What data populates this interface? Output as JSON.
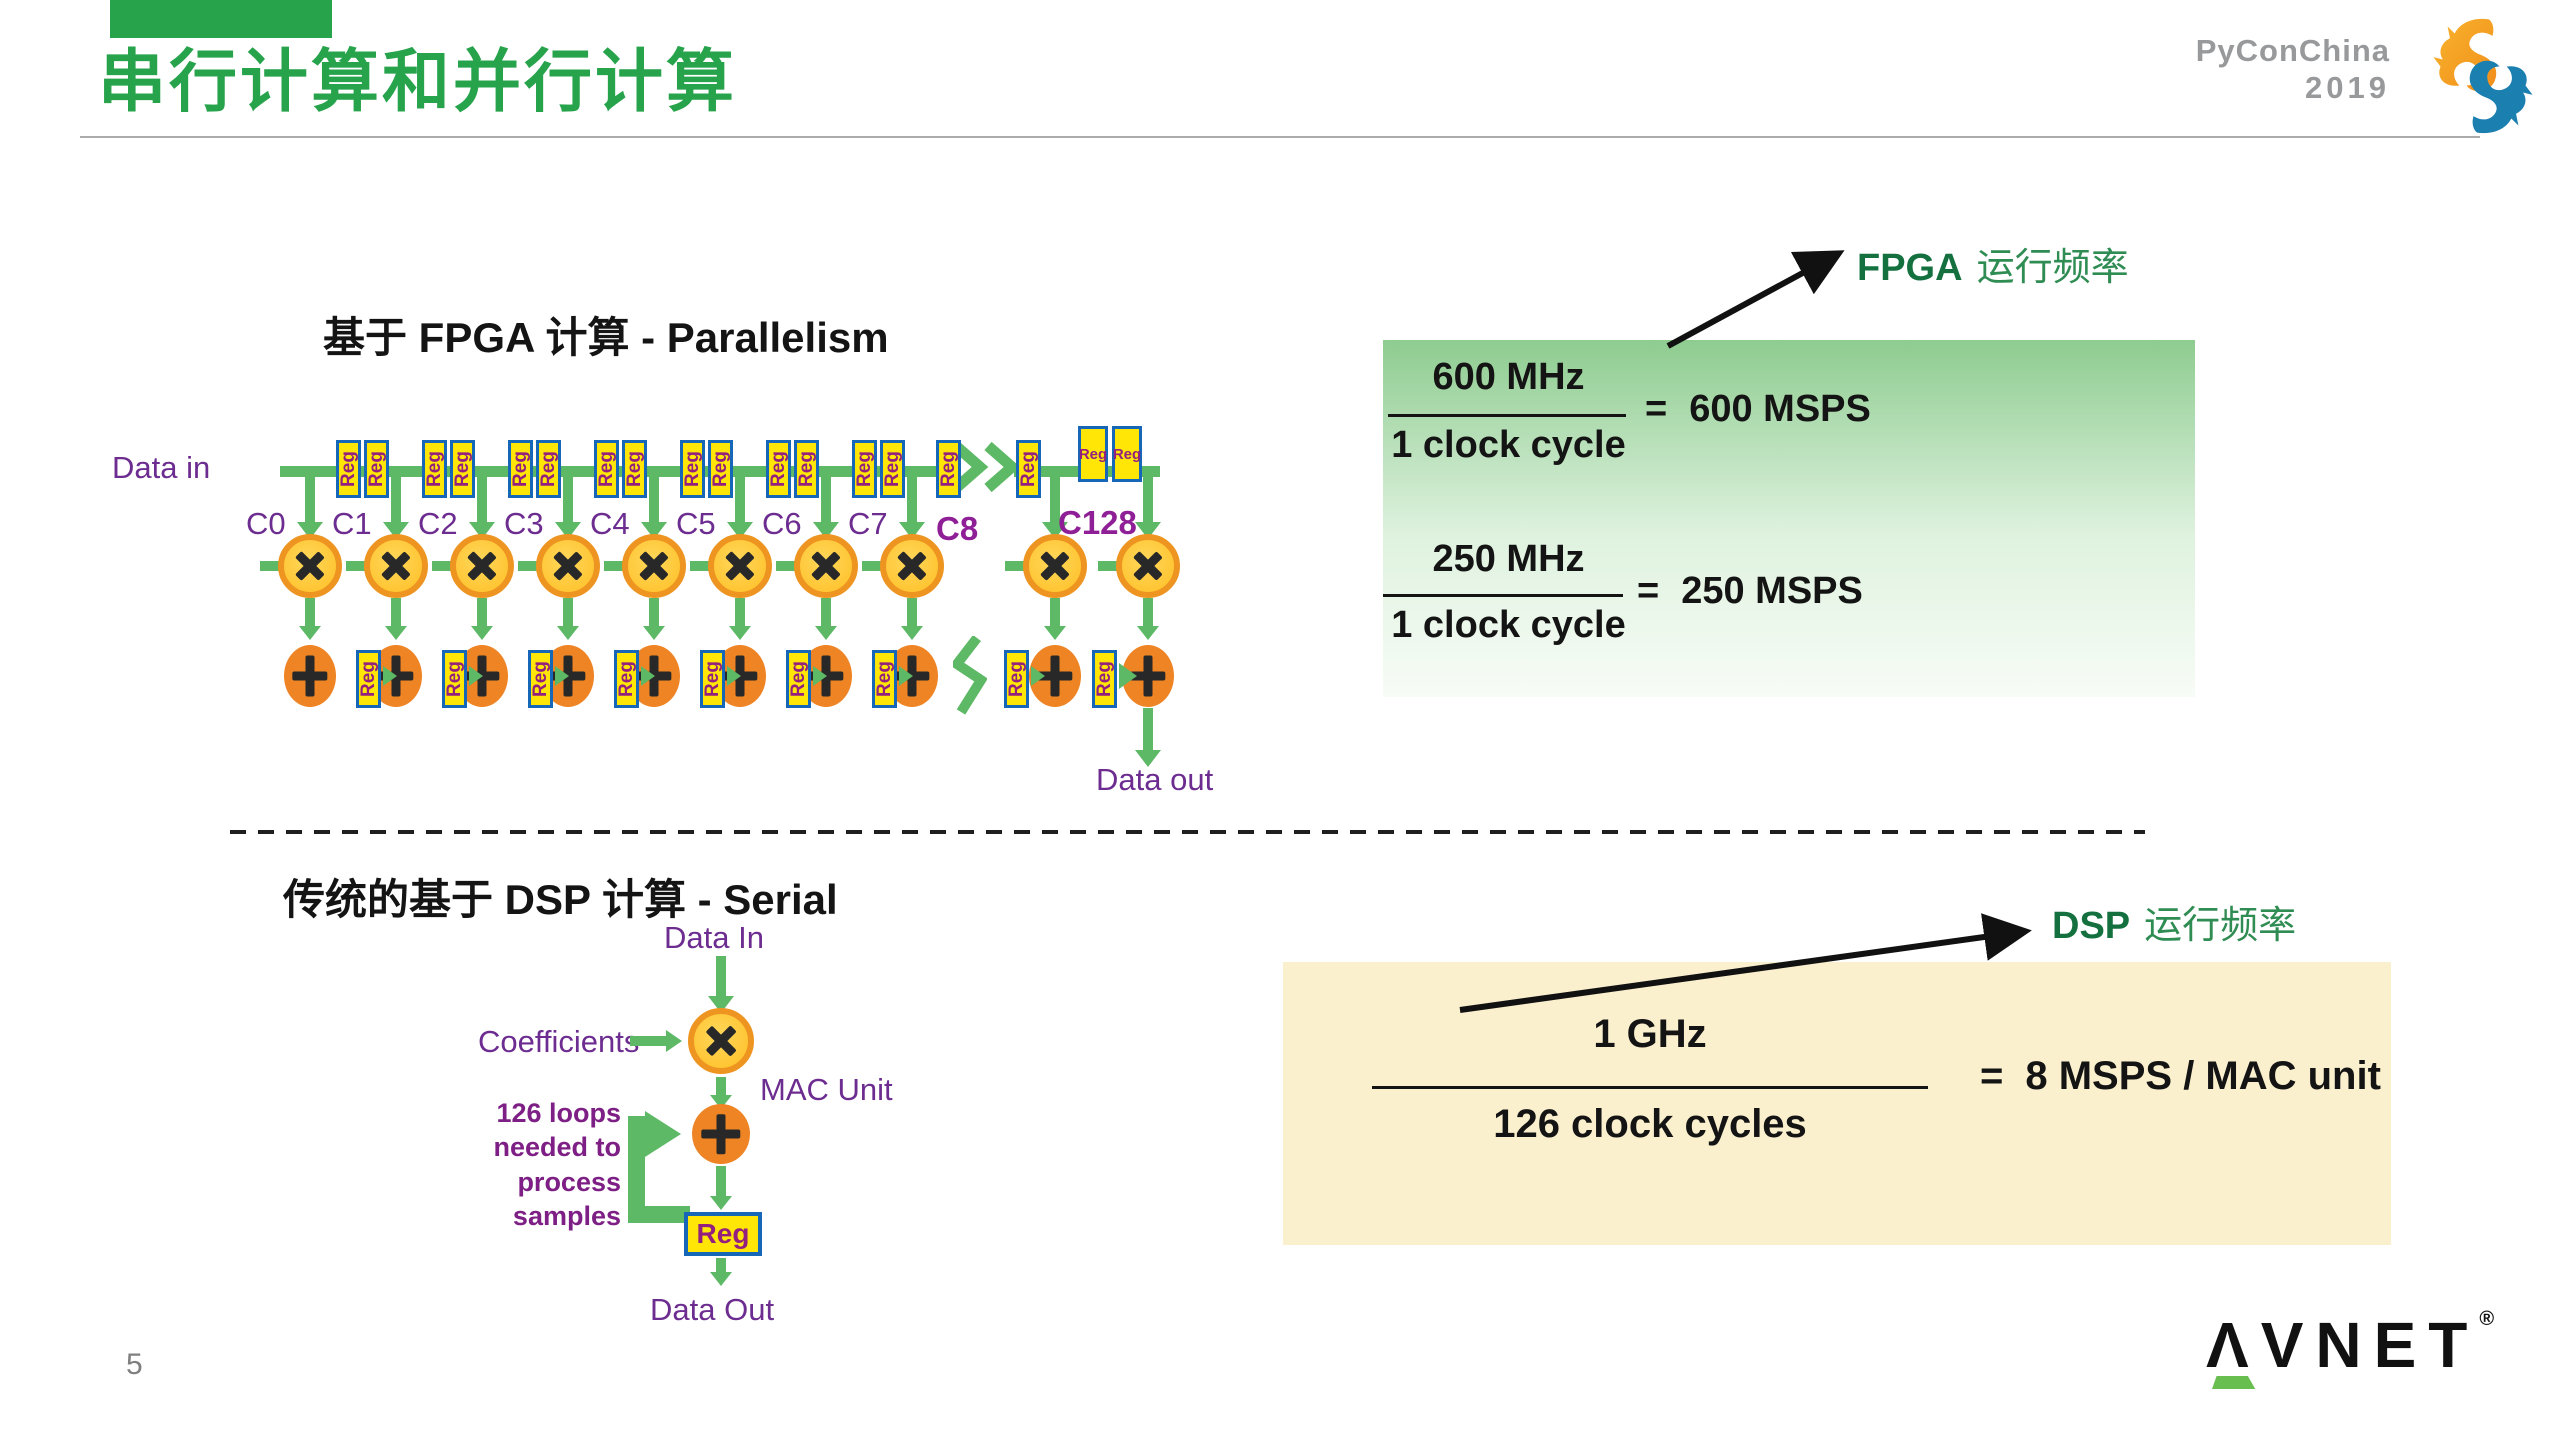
{
  "slide": {
    "title": "串行计算和并行计算",
    "page_number": "5",
    "logo": {
      "line1": "PyConChina",
      "line2": "2019"
    },
    "brand": {
      "name": "AVNET",
      "reg": "®"
    }
  },
  "fpga_section": {
    "heading": "基于 FPGA 计算 - Parallelism",
    "diagram": {
      "data_in": "Data in",
      "data_out": "Data out",
      "reg": "Reg",
      "taps": [
        "C0",
        "C1",
        "C2",
        "C3",
        "C4",
        "C5",
        "C6",
        "C7"
      ],
      "break_labels": [
        "C8",
        "C128"
      ]
    },
    "annotation": {
      "prefix": "FPGA",
      "suffix": "运行频率"
    },
    "formulas": [
      {
        "numerator": "600 MHz",
        "denominator": "1 clock cycle",
        "equals": "=",
        "result": "600 MSPS"
      },
      {
        "numerator": "250 MHz",
        "denominator": "1 clock cycle",
        "equals": "=",
        "result": "250 MSPS"
      }
    ]
  },
  "dsp_section": {
    "heading": "传统的基于 DSP 计算 - Serial",
    "diagram": {
      "data_in": "Data In",
      "coefficients": "Coefficients",
      "mac_unit": "MAC Unit",
      "loops_note": [
        "126 loops",
        "needed to",
        "process",
        "samples"
      ],
      "reg": "Reg",
      "data_out": "Data Out"
    },
    "annotation": {
      "prefix": "DSP",
      "suffix": "运行频率"
    },
    "formula": {
      "numerator": "1 GHz",
      "denominator": "126 clock cycles",
      "equals": "=",
      "result": "8 MSPS / MAC unit"
    }
  },
  "colors": {
    "accent_green": "#27A34C",
    "flow_green": "#5EB966",
    "label_purple": "#6C2C90",
    "reg_yellow": "#FFE606",
    "reg_border_blue": "#1767B8",
    "multiplier_orange": "#FFBF25",
    "adder_orange": "#EE8424",
    "panel_green_top": "#8ECC90",
    "panel_yellow": "#FBF0CE"
  }
}
